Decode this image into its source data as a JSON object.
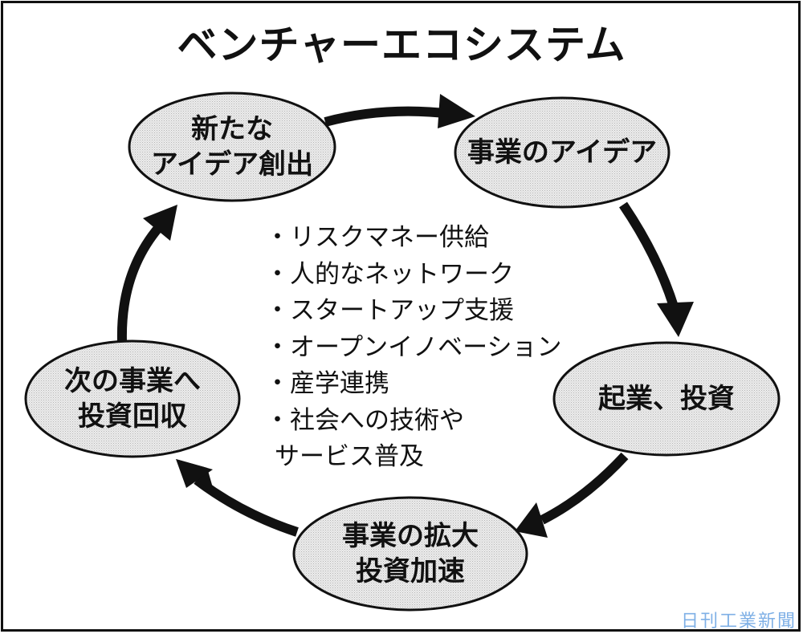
{
  "title": "ベンチャーエコシステム",
  "nodes": [
    {
      "id": "new-idea",
      "lines": [
        "新たな",
        "アイデア創出"
      ]
    },
    {
      "id": "business-idea",
      "lines": [
        "事業のアイデア"
      ]
    },
    {
      "id": "startup-investment",
      "lines": [
        "起業、投資"
      ]
    },
    {
      "id": "business-expansion",
      "lines": [
        "事業の拡大",
        "投資加速"
      ]
    },
    {
      "id": "next-business",
      "lines": [
        "次の事業へ",
        "投資回収"
      ]
    }
  ],
  "flow": [
    {
      "from": "new-idea",
      "to": "business-idea"
    },
    {
      "from": "business-idea",
      "to": "startup-investment"
    },
    {
      "from": "startup-investment",
      "to": "business-expansion"
    },
    {
      "from": "business-expansion",
      "to": "next-business"
    },
    {
      "from": "next-business",
      "to": "new-idea"
    }
  ],
  "center_list": {
    "items": [
      "・リスクマネー供給",
      "・人的なネットワーク",
      "・スタートアップ支援",
      "・オープンイノベーション",
      "・産学連携",
      "・社会への技術や",
      "サービス普及"
    ]
  },
  "watermark": "日刊工業新聞",
  "colors": {
    "ink": "#111111",
    "node_fill": "#e4e4e4",
    "watermark": "#7fb0e6"
  }
}
